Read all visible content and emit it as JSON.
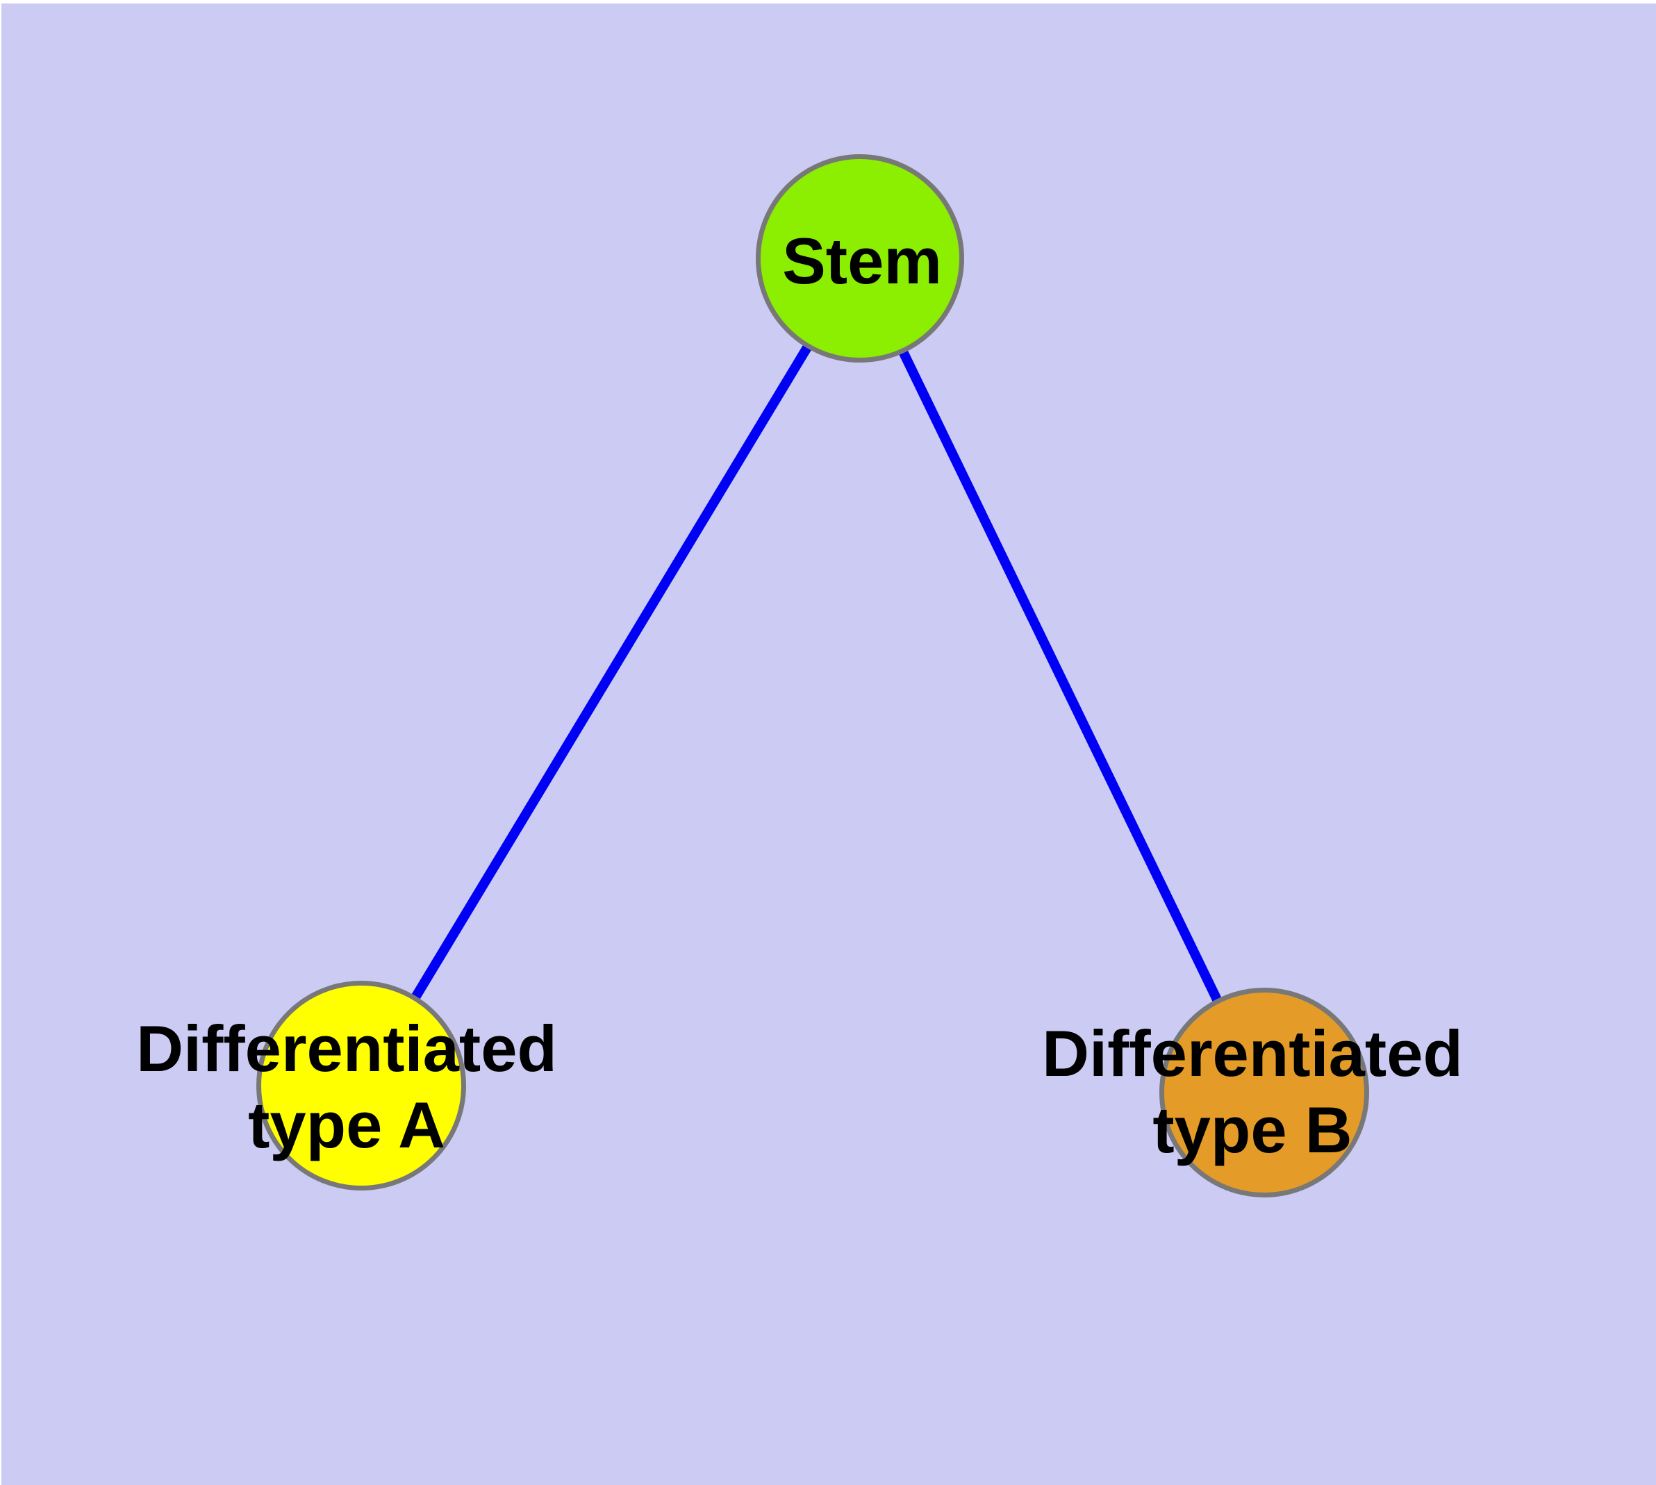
{
  "diagram": {
    "background_color": "#CBCBF4",
    "edge_color": "#0000F5",
    "node_border_color": "#787878",
    "label_color": "#000000",
    "nodes": [
      {
        "id": "stem",
        "label": "Stem",
        "fill": "#8CEE00"
      },
      {
        "id": "type-a",
        "label": "Differentiated\ntype A",
        "fill": "#FFFF00"
      },
      {
        "id": "type-b",
        "label": "Differentiated\ntype B",
        "fill": "#E49B27"
      }
    ],
    "edges": [
      {
        "from": "stem",
        "to": "type-a"
      },
      {
        "from": "stem",
        "to": "type-b"
      }
    ]
  }
}
